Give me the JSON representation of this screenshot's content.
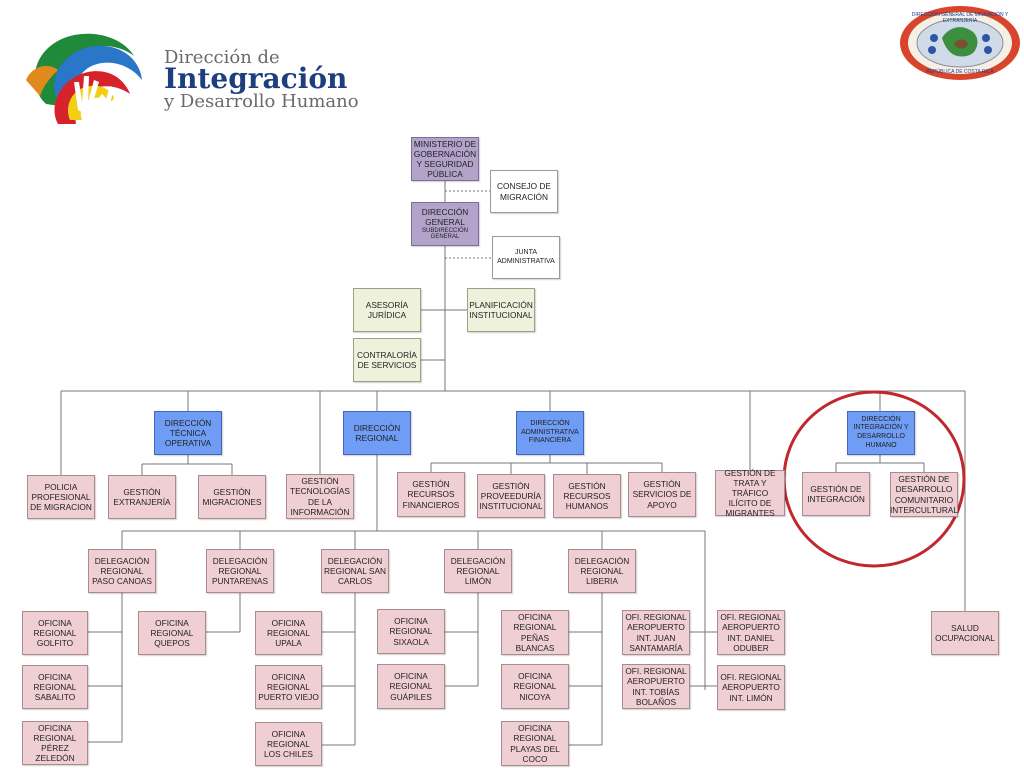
{
  "header": {
    "title_line1": "Dirección de",
    "title_line2": "Integración",
    "title_line3": "y Desarrollo Humano",
    "seal_top_text": "DIRECCIÓN GENERAL DE MIGRACIÓN Y EXTRANJERÍA",
    "seal_bottom_text": "REPÚBLICA DE COSTA RICA"
  },
  "org": {
    "ministerio": "MINISTERIO DE GOBERNACIÓN Y SEGURIDAD PÚBLICA",
    "consejo": "CONSEJO DE MIGRACIÓN",
    "direccion_general": "DIRECCIÓN GENERAL",
    "subdireccion": "SUBDIRECCIÓN GENERAL",
    "junta": "JUNTA ADMINISTRATIVA",
    "asesoria": "ASESORÍA JURÍDICA",
    "planificacion": "PLANIFICACIÓN INSTITUCIONAL",
    "contraloria": "CONTRALORÍA DE SERVICIOS",
    "policia": "POLICIA PROFESIONAL DE MIGRACION",
    "dir_tecnica": "DIRECCIÓN TÉCNICA OPERATIVA",
    "gestion_extranjeria": "GESTIÓN EXTRANJERÍA",
    "gestion_migraciones": "GESTIÓN MIGRACIONES",
    "gestion_tecnologias": "GESTIÓN TECNOLOGÍAS DE LA INFORMACIÓN",
    "dir_regional": "DIRECCIÓN REGIONAL",
    "dir_administrativa": "DIRECCIÓN ADMINISTRATIVA FINANCIERA",
    "gestion_rec_financieros": "GESTIÓN RECURSOS FINANCIEROS",
    "gestion_proveeduria": "GESTIÓN PROVEEDURÍA INSTITUCIONAL",
    "gestion_rec_humanos": "GESTIÓN RECURSOS HUMANOS",
    "gestion_servicios_apoyo": "GESTIÓN SERVICIOS DE APOYO",
    "gestion_trata": "GESTIÓN DE TRATA Y TRÁFICO ILÍCITO DE MIGRANTES",
    "dir_integracion": "DIRECCIÓN INTEGRACIÓN Y DESARROLLO HUMANO",
    "gestion_integracion": "GESTIÓN DE INTEGRACIÓN",
    "gestion_desarrollo": "GESTIÓN DE DESARROLLO COMUNITARIO INTERCULTURAL",
    "salud": "SALUD OCUPACIONAL",
    "del_paso_canoas": "DELEGACIÓN REGIONAL PASO CANOAS",
    "del_puntarenas": "DELEGACIÓN REGIONAL PUNTARENAS",
    "del_san_carlos": "DELEGACIÓN REGIONAL SAN CARLOS",
    "del_limon": "DELEGACIÓN REGIONAL LIMÓN",
    "del_liberia": "DELEGACIÓN REGIONAL LIBERIA",
    "of_golfito": "OFICINA REGIONAL GOLFITO",
    "of_sabalito": "OFICINA REGIONAL SABALITO",
    "of_perez_zeledon": "OFICINA REGIONAL PÉREZ ZELEDÓN",
    "of_quepos": "OFICINA REGIONAL QUEPOS",
    "of_upala": "OFICINA REGIONAL UPALA",
    "of_puerto_viejo": "OFICINA REGIONAL PUERTO VIEJO",
    "of_los_chiles": "OFICINA REGIONAL LOS CHILES",
    "of_sixaola": "OFICINA REGIONAL SIXAOLA",
    "of_guapiles": "OFICINA REGIONAL GUÁPILES",
    "of_penas_blancas": "OFICINA REGIONAL PEÑAS BLANCAS",
    "of_nicoya": "OFICINA REGIONAL NICOYA",
    "of_playas_coco": "OFICINA REGIONAL PLAYAS DEL COCO",
    "of_juan_santamaria": "OFI. REGIONAL AEROPUERTO INT. JUAN SANTAMARÍA",
    "of_tobias_bolanos": "OFI. REGIONAL AEROPUERTO INT. TOBÍAS BOLAÑOS",
    "of_daniel_oduber": "OFI. REGIONAL AEROPUERTO INT. DANIEL ODUBER",
    "of_limon_aeropuerto": "OFI. REGIONAL AEROPUERTO INT. LIMÓN"
  },
  "colors": {
    "lavender": "#b3a3cb",
    "cream": "#eef2dd",
    "blue": "#6f9cf4",
    "pink": "#f0cfd4",
    "highlight": "#c0282d"
  }
}
